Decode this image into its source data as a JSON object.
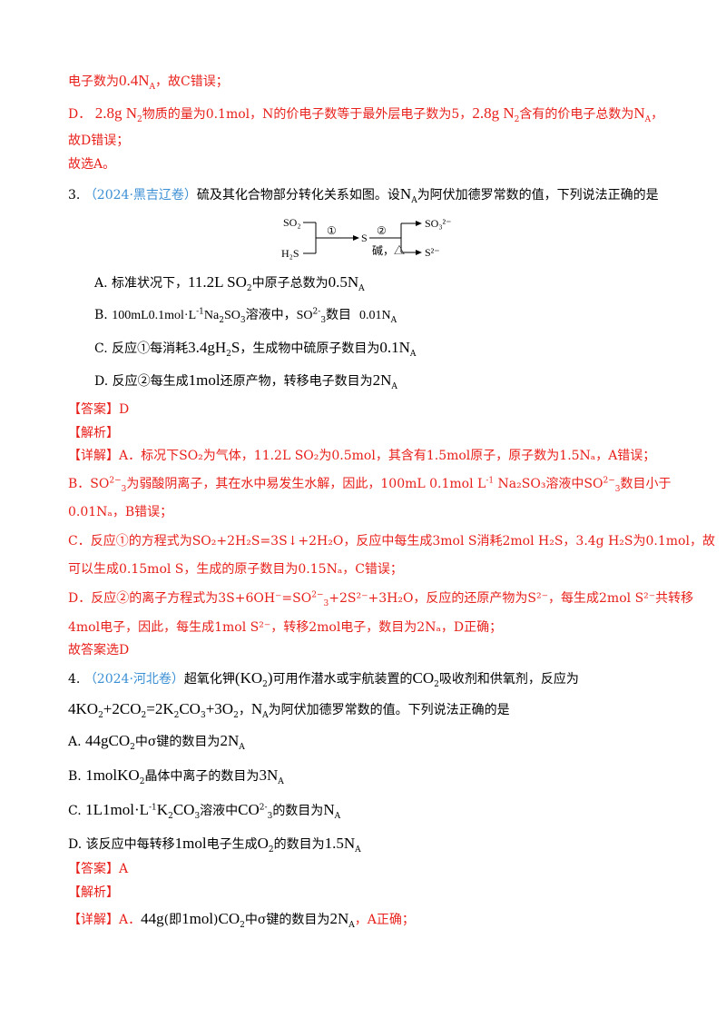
{
  "colors": {
    "answer_red": "#e8201b",
    "source_blue": "#3b8fd4",
    "text_black": "#000000"
  },
  "l1": {
    "a": "电子数为",
    "b": "0.4N",
    "c": "A",
    "d": "，故C错误；"
  },
  "l2": {
    "a": "D．",
    "b": "2.8g N",
    "c": "2",
    "d": "物质的量为0.1mol，N的价电子数等于最外层电子数为5，",
    "e": "2.8g N",
    "f": "2",
    "g": "含有的价电子总数为",
    "h": "N",
    "i": "A",
    "j": "，"
  },
  "l3": {
    "a": "故D错误；"
  },
  "l4": {
    "a": "故选A。"
  },
  "q3": {
    "num": "3.",
    "src": "（2024·黑吉辽卷）",
    "a": "硫及其化合物部分转化关系如图。设",
    "b": "N",
    "c": "A",
    "d": "为阿伏加德罗常数的值，下列说法正确的是",
    "diagram": {
      "so2": "SO₂",
      "h2s": "H₂S",
      "r1": "①",
      "s": "S",
      "r2": "②",
      "cond": "碱，△",
      "p1": "SO₃²⁻",
      "p2": "S²⁻"
    },
    "optA": {
      "a": "A.  标准状况下，",
      "b": "11.2L SO",
      "c": "2",
      "d": "中原子总数为",
      "e": "0.5N",
      "f": "A"
    },
    "optB": {
      "a": "B.  ",
      "b": "100mL0.1mol·L",
      "c": "-1",
      "d": "Na",
      "e": "2",
      "f": "SO",
      "g": "3",
      "h": "溶液中，",
      "i": "SO",
      "j": "2-",
      "k": "3",
      "l": "数目",
      "m": "0.01N",
      "n": "A"
    },
    "optC": {
      "a": "C.  反应①每消耗",
      "b": "3.4gH",
      "c": "2",
      "d": "S",
      "e": "，生成物中硫原子数目为",
      "f": "0.1N",
      "g": "A"
    },
    "optD": {
      "a": "D.  反应②每生成",
      "b": "1mol",
      "c": "还原产物，转移电子数目为",
      "d": "2N",
      "e": "A"
    },
    "answer": "【答案】D",
    "analysis": "【解析】",
    "d1": "【详解】A．标况下SO₂为气体，11.2L SO₂为0.5mol，其含有1.5mol原子，原子数为1.5Nₐ，A错误；",
    "d2": {
      "a": "B．SO",
      "b": "2−",
      "c": "3",
      "d": "为弱酸阴离子，其在水中易发生水解，因此，100mL 0.1mol L",
      "e": "-1",
      "f": " Na₂SO₃溶液中SO",
      "g": "2−",
      "h": "3",
      "i": "数目小于"
    },
    "d3": "0.01Nₐ，B错误；",
    "d4": "C．反应①的方程式为SO₂+2H₂S=3S↓+2H₂O，反应中每生成3mol S消耗2mol H₂S，3.4g H₂S为0.1mol，故",
    "d5": "可以生成0.15mol S，生成的原子数目为0.15Nₐ，C错误；",
    "d6": {
      "a": "D．反应②的离子方程式为3S+6OH⁻=SO",
      "b": "2−",
      "c": "3",
      "d": "+2S²⁻+3H₂O，反应的还原产物为S²⁻，每生成2mol S²⁻共转移"
    },
    "d7": "4mol电子，因此，每生成1mol S²⁻，转移2mol电子，数目为2Nₐ，D正确；",
    "d8": "故答案选D"
  },
  "q4": {
    "num": "4.",
    "src": "（2024·河北卷）",
    "a": "超氧化钾",
    "b": "(KO",
    "c": "2",
    "d": ")",
    "e": "可用作潜水或宇航装置的",
    "f": "CO",
    "g": "2",
    "h": "吸收剂和供氧剂，反应为",
    "eq": {
      "a": "4KO",
      "b": "2",
      "c": "+2CO",
      "d": "2",
      "e": "=2K",
      "f": "2",
      "g": "CO",
      "h": "3",
      "i": "+3O",
      "j": "2",
      "k": "，",
      "l": "N",
      "m": "A",
      "n": "为阿伏加德罗常数的值。下列说法正确的是"
    },
    "optA": {
      "a": "A.  ",
      "b": "44gCO",
      "c": "2",
      "d": "中σ键的数目为",
      "e": "2N",
      "f": "A"
    },
    "optB": {
      "a": "B.  ",
      "b": "1molKO",
      "c": "2",
      "d": "晶体中离子的数目为",
      "e": "3N",
      "f": "A"
    },
    "optC": {
      "a": "C.  ",
      "b": "1L1mol·L",
      "c": "-1",
      "d": "K",
      "e": "2",
      "f": "CO",
      "g": "3",
      "h": "溶液中",
      "i": "CO",
      "j": "2-",
      "k": "3",
      "l": "的数目为",
      "m": "N",
      "n": "A"
    },
    "optD": {
      "a": "D.  该反应中每转移",
      "b": "1mol",
      "c": "电子生成",
      "d": "O",
      "e": "2",
      "f": "的数目为",
      "g": "1.5N",
      "h": "A"
    },
    "answer": "【答案】A",
    "analysis": "【解析】",
    "d1": {
      "a": "【详解】A．",
      "b": "44g",
      "c": "(即",
      "d": "1mol",
      "e": ")",
      "f": "CO",
      "g": "2",
      "h": "中σ键的数目为",
      "i": "2N",
      "j": "A",
      "k": "，A正确；"
    }
  }
}
